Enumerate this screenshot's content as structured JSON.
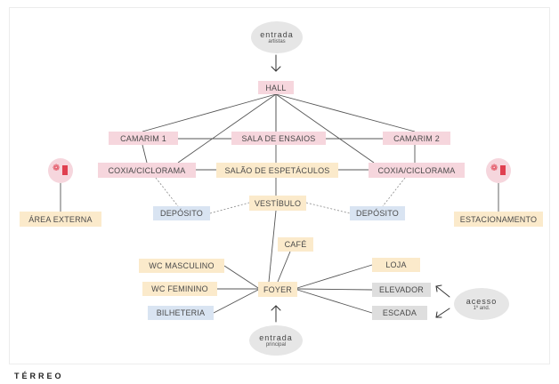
{
  "nodes": {
    "hall": "HALL",
    "camarim1": "CAMARIM 1",
    "sala_ensaios": "SALA DE ENSAIOS",
    "camarim2": "CAMARIM 2",
    "coxia_left": "COXIA/CICLORAMA",
    "salao": "SALÃO DE ESPETÁCULOS",
    "coxia_right": "COXIA/CICLORAMA",
    "deposito_left": "DEPÓSITO",
    "vestibulo": "VESTÍBULO",
    "deposito_right": "DEPÓSITO",
    "area_externa": "ÁREA EXTERNA",
    "estacionamento": "ESTACIONAMENTO",
    "cafe": "CAFÉ",
    "wc_masc": "WC MASCULINO",
    "wc_fem": "WC FEMININO",
    "bilheteria": "BILHETERIA",
    "foyer": "FOYER",
    "loja": "LOJA",
    "elevador": "ELEVADOR",
    "escada": "ESCADA"
  },
  "entries": {
    "artists_main": "entrada",
    "artists_sub": "artistas",
    "principal_main": "entrada",
    "principal_sub": "principal",
    "access_main": "acesso",
    "access_sub": "1º and."
  },
  "footer": "TÉRREO",
  "colors": {
    "pink": "#f6d6dd",
    "yellow": "#fbeacb",
    "blue": "#d9e4f2",
    "grey": "#dedede",
    "exit_red": "#e04050"
  },
  "icons": [
    "emergency-exit-icon",
    "arrow-down-icon",
    "arrow-up-icon",
    "arrow-left-icon"
  ]
}
